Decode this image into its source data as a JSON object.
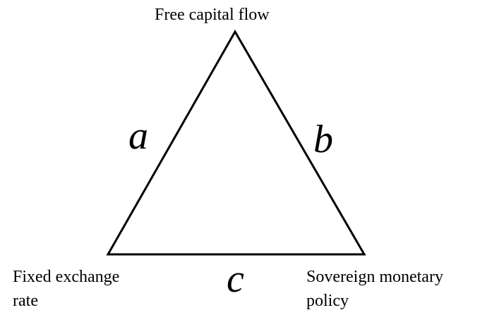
{
  "diagram": {
    "vertices": {
      "top": "Free capital flow",
      "bottom_left": [
        "Fixed exchange",
        "rate"
      ],
      "bottom_right": [
        "Sovereign monetary",
        "policy"
      ]
    },
    "sides": {
      "left": "a",
      "right": "b",
      "bottom": "c"
    },
    "colors": {
      "stroke": "#000000",
      "background": "#ffffff"
    }
  }
}
